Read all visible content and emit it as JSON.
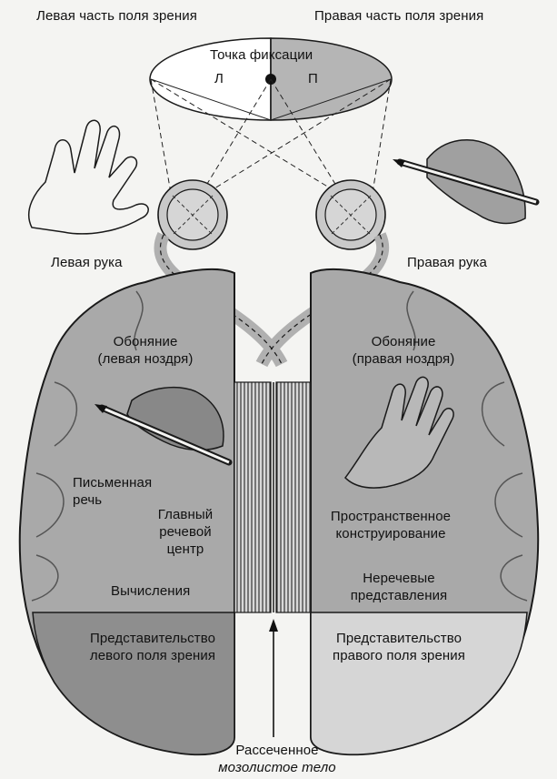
{
  "header": {
    "left_field": "Левая часть поля зрения",
    "right_field": "Правая часть поля зрения"
  },
  "fixation": {
    "title": "Точка фиксации",
    "left_letter": "Л",
    "right_letter": "П"
  },
  "hands": {
    "left": "Левая рука",
    "right": "Правая рука"
  },
  "left_hemisphere": {
    "smell_line1": "Обоняние",
    "smell_line2": "(левая ноздря)",
    "writing_line1": "Письменная",
    "writing_line2": "речь",
    "speech_line1": "Главный",
    "speech_line2": "речевой",
    "speech_line3": "центр",
    "calc": "Вычисления",
    "visual_line1": "Представительство",
    "visual_line2": "левого поля зрения"
  },
  "right_hemisphere": {
    "smell_line1": "Обоняние",
    "smell_line2": "(правая ноздря)",
    "spatial_line1": "Пространственное",
    "spatial_line2": "конструирование",
    "nonverbal_line1": "Неречевые",
    "nonverbal_line2": "представления",
    "visual_line1": "Представительство",
    "visual_line2": "правого поля зрения"
  },
  "footer": {
    "line1": "Рассеченное",
    "line2": "мозолистое тело"
  },
  "colors": {
    "brain": "#a9a9a9",
    "brain_light": "#c4c4c4",
    "occipital": "#8e8e8e",
    "outline": "#1a1a1a",
    "background": "#f4f4f2"
  }
}
